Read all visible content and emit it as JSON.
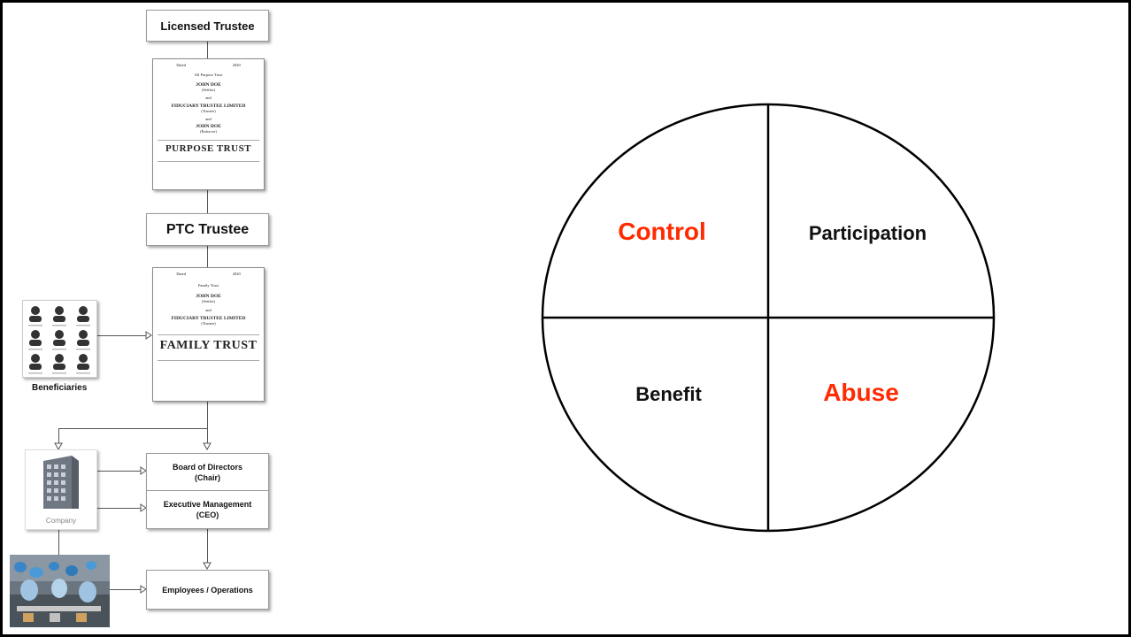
{
  "org_chart": {
    "licensed_trustee": "Licensed Trustee",
    "ptc_trustee": "PTC Trustee",
    "purpose_trust_doc": {
      "date_left": "Dated",
      "date_right": "2020",
      "name": "All Purpose Trust",
      "party1": "JOHN DOE",
      "role1": "(Settlor)",
      "and1": "and",
      "party2": "FIDUCIARY TRUSTEE LIMITED",
      "role2": "(Trustee)",
      "and2": "and",
      "party3": "JOHN DOE",
      "role3": "(Enforcer)",
      "title": "PURPOSE TRUST"
    },
    "family_trust_doc": {
      "date_left": "Dated",
      "date_right": "2020",
      "name": "Family Trust",
      "party1": "JOHN DOE",
      "role1": "(Settlor)",
      "and1": "and",
      "party2": "FIDUCIARY TRUSTEE LIMITED",
      "role2": "(Trustee)",
      "title": "FAMILY TRUST"
    },
    "beneficiaries_label": "Beneficiaries",
    "company_label": "Company",
    "board_line1": "Board of Directors",
    "board_line2": "(Chair)",
    "exec_line1": "Executive Management",
    "exec_line2": "(CEO)",
    "employees_label": "Employees / Operations"
  },
  "quadrant": {
    "top_left": "Control",
    "top_right": "Participation",
    "bottom_left": "Benefit",
    "bottom_right": "Abuse",
    "highlight_color": "#ff2a00",
    "text_color": "#111111"
  }
}
